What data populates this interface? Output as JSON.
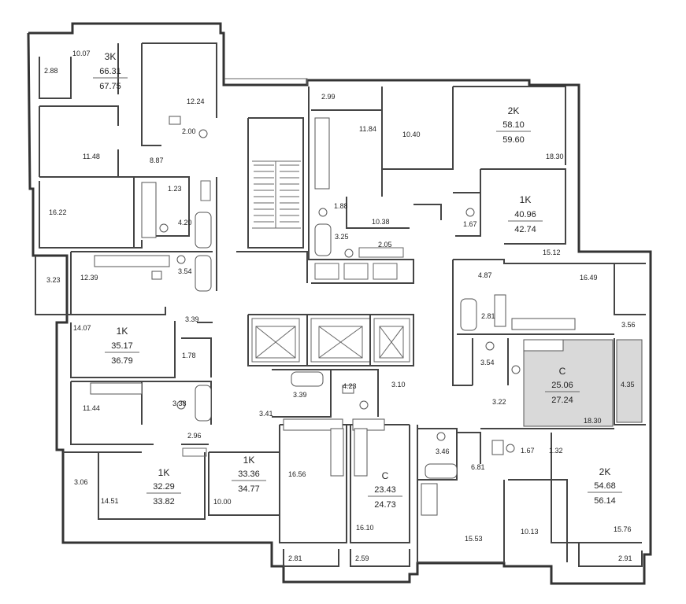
{
  "apartments": [
    {
      "id": "a1",
      "type": "3K",
      "living": "66.31",
      "total": "67.75"
    },
    {
      "id": "a2",
      "type": "2K",
      "living": "58.10",
      "total": "59.60"
    },
    {
      "id": "a3",
      "type": "1K",
      "living": "40.96",
      "total": "42.74"
    },
    {
      "id": "a4",
      "type": "1K",
      "living": "35.17",
      "total": "36.79"
    },
    {
      "id": "a5",
      "type": "C",
      "living": "25.06",
      "total": "27.24"
    },
    {
      "id": "a6",
      "type": "1K",
      "living": "32.29",
      "total": "33.82"
    },
    {
      "id": "a7",
      "type": "1K",
      "living": "33.36",
      "total": "34.77"
    },
    {
      "id": "a8",
      "type": "C",
      "living": "23.43",
      "total": "24.73"
    },
    {
      "id": "a9",
      "type": "2K",
      "living": "54.68",
      "total": "56.14"
    }
  ],
  "rooms": [
    "10.07",
    "2.88",
    "12.24",
    "2.99",
    "11.84",
    "10.40",
    "18.30",
    "2.00",
    "11.48",
    "8.87",
    "1.23",
    "16.22",
    "4.20",
    "1.88",
    "10.38",
    "1.67",
    "3.25",
    "2.05",
    "15.12",
    "4.87",
    "3.23",
    "12.39",
    "3.54",
    "16.49",
    "2.81",
    "3.39",
    "3.56",
    "14.07",
    "1.78",
    "3.54",
    "4.35",
    "4.23",
    "3.10",
    "3.39",
    "11.44",
    "3.38",
    "3.22",
    "18.30",
    "3.41",
    "2.96",
    "3.46",
    "1.67",
    "1.32",
    "6.81",
    "3.06",
    "14.51",
    "16.56",
    "10.00",
    "16.10",
    "15.53",
    "10.13",
    "15.76",
    "2.81",
    "2.59",
    "2.91"
  ],
  "colors": {
    "wall": "#444444",
    "highlight": "#d9d9d9"
  }
}
